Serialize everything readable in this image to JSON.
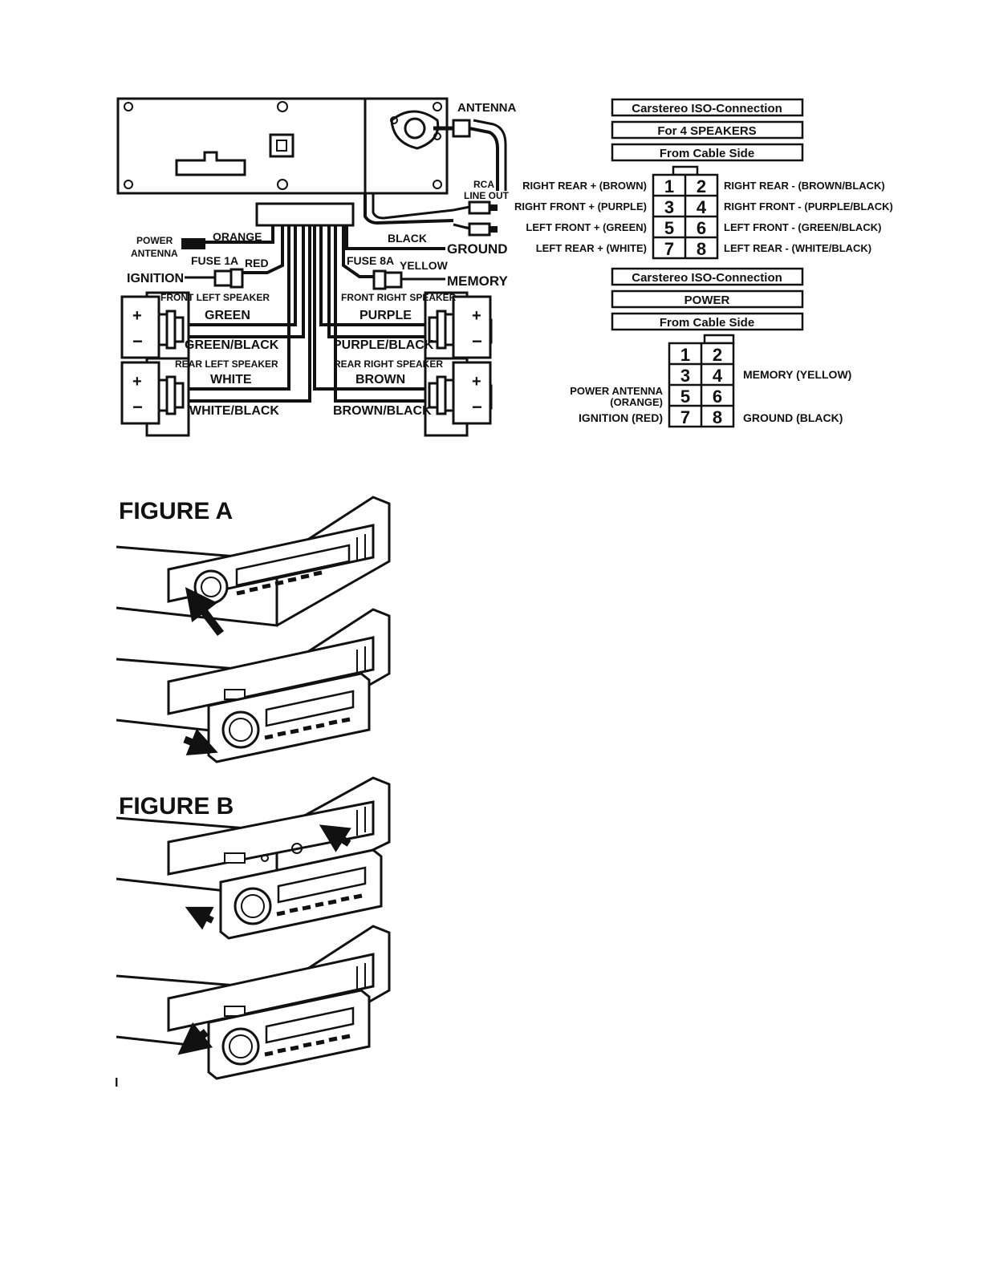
{
  "wiring": {
    "antenna": "ANTENNA",
    "rca_line1": "RCA",
    "rca_line2": "LINE OUT",
    "black": "BLACK",
    "ground": "GROUND",
    "power_antenna_line1": "POWER",
    "power_antenna_line2": "ANTENNA",
    "orange": "ORANGE",
    "fuse_1a": "FUSE 1A",
    "red": "RED",
    "ignition": "IGNITION",
    "fuse_8a": "FUSE 8A",
    "yellow": "YELLOW",
    "memory": "MEMORY",
    "front_left_speaker": "FRONT LEFT SPEAKER",
    "green": "GREEN",
    "green_black": "GREEN/BLACK",
    "front_right_speaker": "FRONT RIGHT SPEAKER",
    "purple": "PURPLE",
    "purple_black": "PURPLE/BLACK",
    "rear_left_speaker": "REAR LEFT SPEAKER",
    "white": "WHITE",
    "white_black": "WHITE/BLACK",
    "rear_right_speaker": "REAR RIGHT SPEAKER",
    "brown": "BROWN",
    "brown_black": "BROWN/BLACK",
    "plus": "+",
    "minus": "−"
  },
  "iso_speakers": {
    "title1": "Carstereo ISO-Connection",
    "title2": "For 4 SPEAKERS",
    "title3": "From Cable Side",
    "pins": [
      "1",
      "2",
      "3",
      "4",
      "5",
      "6",
      "7",
      "8"
    ],
    "left_labels": [
      "RIGHT REAR + (BROWN)",
      "RIGHT FRONT + (PURPLE)",
      "LEFT FRONT + (GREEN)",
      "LEFT REAR + (WHITE)"
    ],
    "right_labels": [
      "RIGHT REAR - (BROWN/BLACK)",
      "RIGHT FRONT - (PURPLE/BLACK)",
      "LEFT FRONT - (GREEN/BLACK)",
      "LEFT REAR - (WHITE/BLACK)"
    ]
  },
  "iso_power": {
    "title1": "Carstereo ISO-Connection",
    "title2": "POWER",
    "title3": "From Cable Side",
    "pins": [
      "1",
      "2",
      "3",
      "4",
      "5",
      "6",
      "7",
      "8"
    ],
    "memory": "MEMORY (YELLOW)",
    "power_antenna_line1": "POWER ANTENNA",
    "power_antenna_line2": "(ORANGE)",
    "ignition": "IGNITION (RED)",
    "ground": "GROUND (BLACK)"
  },
  "figures": {
    "figure_a": "FIGURE A",
    "figure_b": "FIGURE B"
  },
  "footer_mark": "I"
}
